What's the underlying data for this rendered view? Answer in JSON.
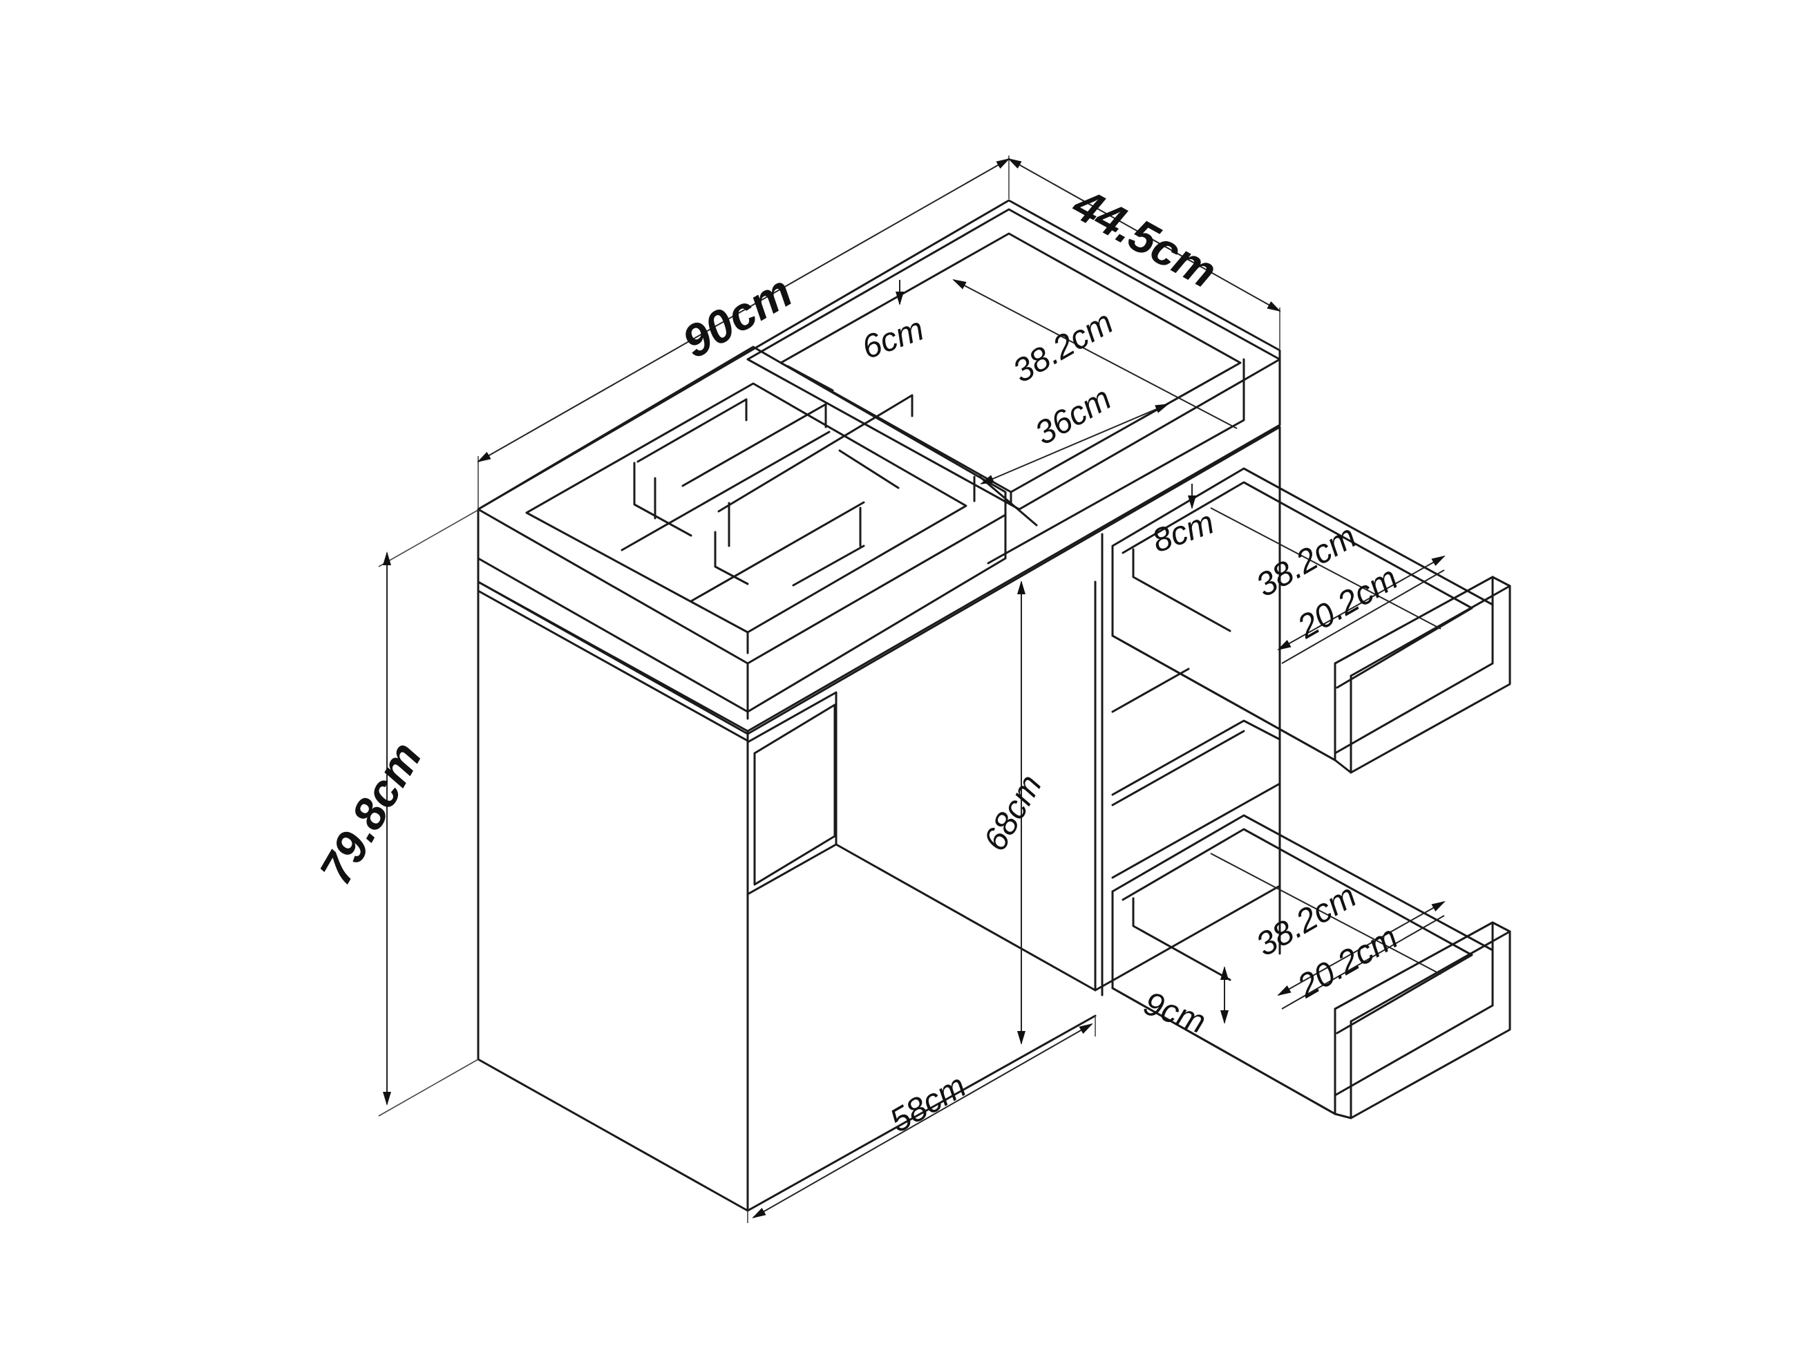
{
  "dimensions": {
    "width": "90cm",
    "depth": "44.5cm",
    "height": "79.8cm",
    "knee_height": "68cm",
    "knee_width": "58cm",
    "tray_depth": "6cm",
    "top_compartment_width": "38.2cm",
    "top_compartment_depth": "36cm",
    "upper_drawer_height": "8cm",
    "upper_drawer_width": "38.2cm",
    "upper_drawer_depth": "20.2cm",
    "lower_drawer_height": "9cm",
    "lower_drawer_width": "38.2cm",
    "lower_drawer_depth": "20.2cm"
  }
}
